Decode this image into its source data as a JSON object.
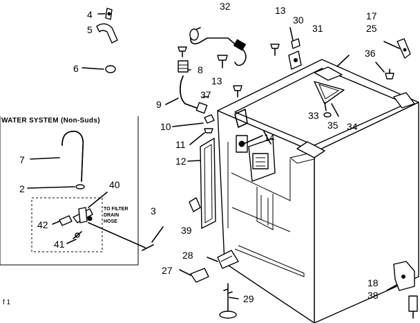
{
  "labels": {
    "p4": "4",
    "p5": "5",
    "p6": "6",
    "p32": "32",
    "p13a": "13",
    "p30": "30",
    "p31": "31",
    "p17": "17",
    "p25": "25",
    "p36": "36",
    "p8": "8",
    "p13b": "13",
    "p37": "37",
    "p9": "9",
    "p10": "10",
    "p11": "11",
    "p14": "14",
    "p12": "12",
    "p33": "33",
    "p35": "35",
    "p34": "34",
    "p7": "7",
    "p2": "2",
    "p40": "40",
    "p3": "3",
    "p42": "42",
    "p41": "41",
    "p39": "39",
    "p28": "28",
    "p27": "27",
    "p29": "29",
    "p18": "18",
    "p38": "38"
  },
  "water_system": {
    "title": "WATER SYSTEM (Non-Suds)",
    "note_line1": "TO FILTER",
    "note_line2": "DRAIN",
    "note_line3": "HOSE"
  },
  "corner_mark": "f 1"
}
